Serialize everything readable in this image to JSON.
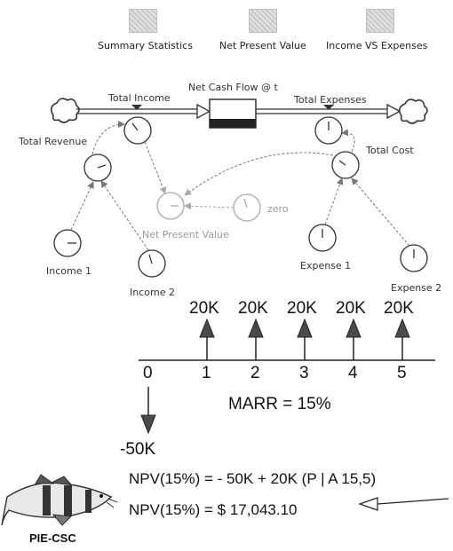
{
  "toolbar": {
    "summary_statistics": "Summary Statistics",
    "net_present_value": "Net Present Value",
    "income_vs_expenses": "Income VS Expenses"
  },
  "model": {
    "net_cash_flow": "Net Cash Flow @ t",
    "total_income": "Total Income",
    "total_expenses": "Total Expenses",
    "total_revenue": "Total Revenue",
    "total_cost": "Total Cost",
    "zero": "zero",
    "net_present_value": "Net Present Value",
    "income_1": "Income 1",
    "income_2": "Income 2",
    "expense_1": "Expense 1",
    "expense_2": "Expense 2"
  },
  "timeline": {
    "cash_flows": [
      "20K",
      "20K",
      "20K",
      "20K",
      "20K"
    ],
    "periods": [
      "0",
      "1",
      "2",
      "3",
      "4",
      "5"
    ],
    "marr": "MARR = 15%",
    "initial": "-50K"
  },
  "formulas": {
    "npv_expression": "NPV(15%) = - 50K + 20K (P | A 15,5)",
    "npv_result": "NPV(15%) = $ 17,043.10"
  },
  "logo": {
    "text": "PIE-CSC"
  },
  "colors": {
    "ink": "#222222",
    "faint": "#9a9a9a",
    "button": "#d4d4d4"
  }
}
